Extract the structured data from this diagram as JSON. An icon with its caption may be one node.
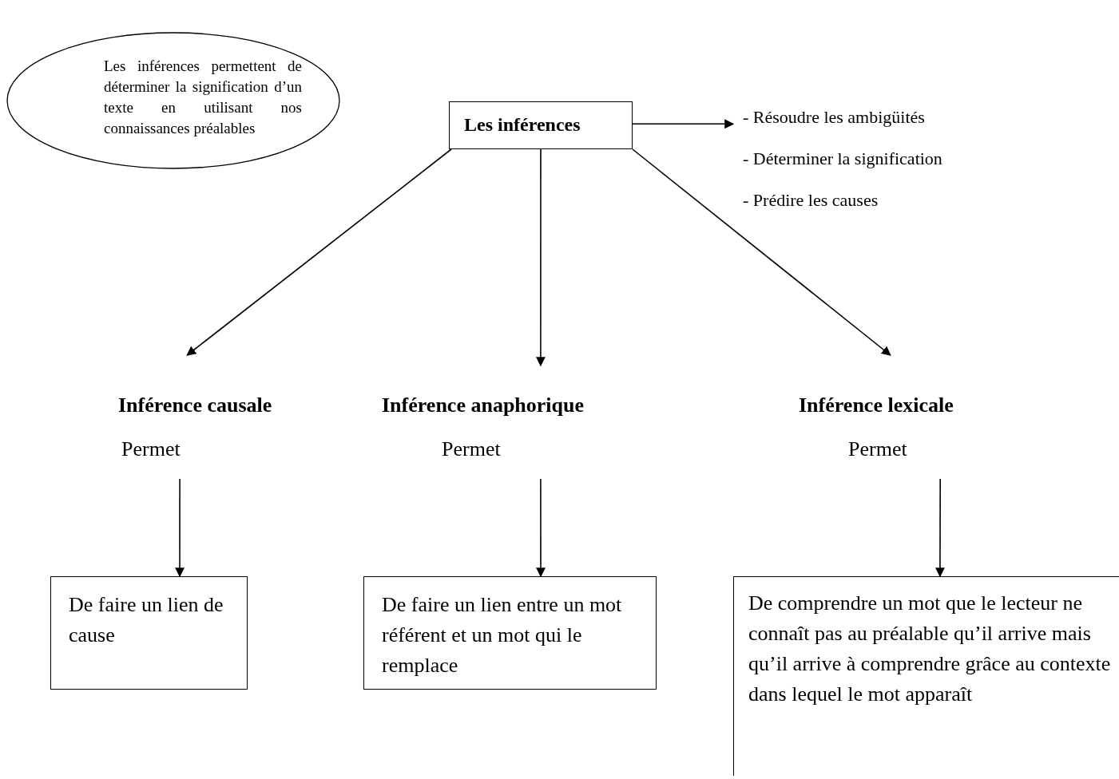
{
  "diagram": {
    "nodes": [
      {
        "text": [
          "Les inférences permettent de déterminer la signification d’un texte en utilisant nos connaissances préalables"
        ]
      },
      {
        "text": [
          "Les inférences"
        ]
      },
      {
        "text": [
          "- Résoudre les ambigüités",
          "- Déterminer la signification",
          "- Prédire les causes"
        ]
      },
      {
        "text": [
          "Inférence causale",
          "Permet"
        ]
      },
      {
        "text": [
          "Inférence anaphorique",
          "Permet"
        ]
      },
      {
        "text": [
          "Inférence lexicale",
          "Permet"
        ]
      },
      {
        "text": [
          "De faire un lien de cause"
        ]
      },
      {
        "text": [
          "De faire un lien entre un mot référent et un mot qui le remplace"
        ]
      },
      {
        "text": [
          "De comprendre un mot que le lecteur ne connaît pas au préalable qu’il arrive mais qu’il arrive à comprendre grâce au contexte dans lequel le mot apparaît"
        ]
      }
    ],
    "edges": [
      {
        "from": 1,
        "to": 2,
        "arrow": "to"
      },
      {
        "from": 1,
        "to": 3,
        "arrow": "to"
      },
      {
        "from": 1,
        "to": 4,
        "arrow": "to"
      },
      {
        "from": 1,
        "to": 5,
        "arrow": "to"
      },
      {
        "from": 3,
        "to": 6,
        "arrow": "to"
      },
      {
        "from": 4,
        "to": 7,
        "arrow": "to"
      },
      {
        "from": 5,
        "to": 8,
        "arrow": "to"
      }
    ]
  }
}
